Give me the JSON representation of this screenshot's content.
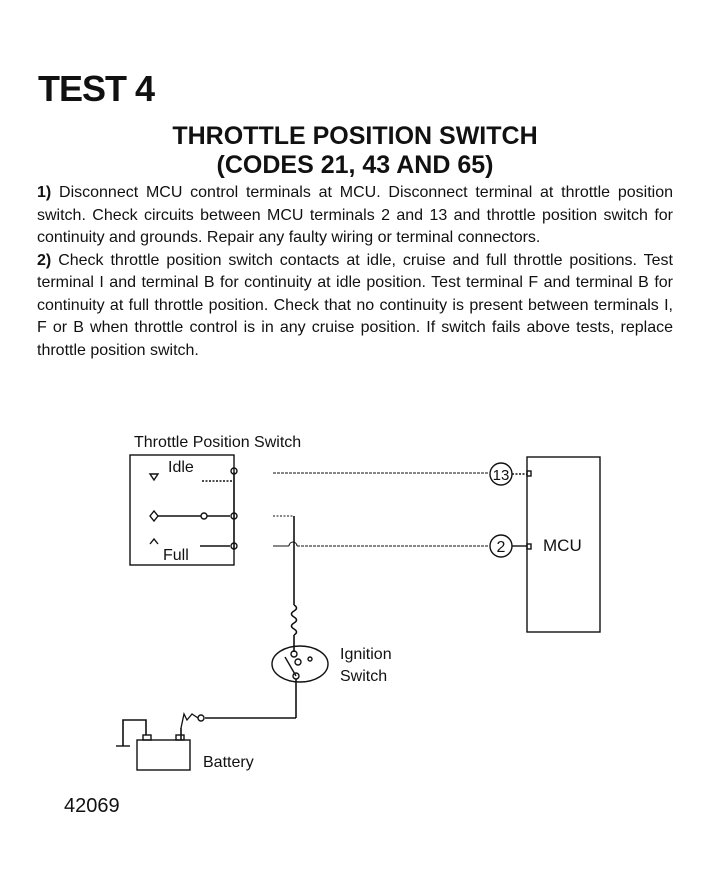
{
  "test_title": "TEST 4",
  "heading": {
    "line1": "THROTTLE POSITION SWITCH",
    "line2": "(CODES 21, 43 AND 65)"
  },
  "steps": [
    {
      "number": "1)",
      "text": "Disconnect MCU control terminals at MCU. Disconnect terminal at throttle position switch. Check circuits between MCU terminals 2 and 13 and throttle position switch for continuity and grounds. Repair any faulty wiring or terminal connectors."
    },
    {
      "number": "2)",
      "text": "Check throttle position switch contacts at idle, cruise and full throttle positions. Test terminal I and terminal B for continuity at idle position. Test terminal F and terminal B for continuity at full throttle position. Check that no continuity is present between terminals I, F or B when throttle control is in any cruise position. If switch fails above tests, replace throttle position switch."
    }
  ],
  "diagram": {
    "switch_label": "Throttle Position Switch",
    "idle_label": "Idle",
    "full_label": "Full",
    "terminal_13": "13",
    "terminal_2": "2",
    "mcu_label": "MCU",
    "ignition_label_1": "Ignition",
    "ignition_label_2": "Switch",
    "battery_label": "Battery"
  },
  "figure_number": "42069"
}
